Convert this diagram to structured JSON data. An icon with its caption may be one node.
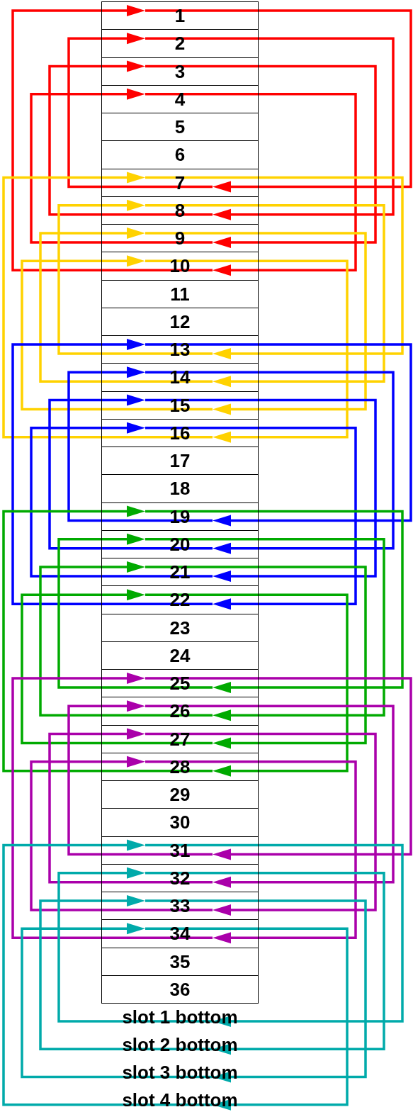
{
  "diagram": {
    "nodes": [
      {
        "text": [
          "1"
        ]
      },
      {
        "text": [
          "2"
        ]
      },
      {
        "text": [
          "3"
        ]
      },
      {
        "text": [
          "4"
        ]
      },
      {
        "text": [
          "5"
        ]
      },
      {
        "text": [
          "6"
        ]
      },
      {
        "text": [
          "7"
        ]
      },
      {
        "text": [
          "8"
        ]
      },
      {
        "text": [
          "9"
        ]
      },
      {
        "text": [
          "10"
        ]
      },
      {
        "text": [
          "11"
        ]
      },
      {
        "text": [
          "12"
        ]
      },
      {
        "text": [
          "13"
        ]
      },
      {
        "text": [
          "14"
        ]
      },
      {
        "text": [
          "15"
        ]
      },
      {
        "text": [
          "16"
        ]
      },
      {
        "text": [
          "17"
        ]
      },
      {
        "text": [
          "18"
        ]
      },
      {
        "text": [
          "19"
        ]
      },
      {
        "text": [
          "20"
        ]
      },
      {
        "text": [
          "21"
        ]
      },
      {
        "text": [
          "22"
        ]
      },
      {
        "text": [
          "23"
        ]
      },
      {
        "text": [
          "24"
        ]
      },
      {
        "text": [
          "25"
        ]
      },
      {
        "text": [
          "26"
        ]
      },
      {
        "text": [
          "27"
        ]
      },
      {
        "text": [
          "28"
        ]
      },
      {
        "text": [
          "29"
        ]
      },
      {
        "text": [
          "30"
        ]
      },
      {
        "text": [
          "31"
        ]
      },
      {
        "text": [
          "32"
        ]
      },
      {
        "text": [
          "33"
        ]
      },
      {
        "text": [
          "34"
        ]
      },
      {
        "text": [
          "35"
        ]
      },
      {
        "text": [
          "36"
        ]
      },
      {
        "text": [
          "slot 1 bottom"
        ]
      },
      {
        "text": [
          "slot 2 bottom"
        ]
      },
      {
        "text": [
          "slot 3 bottom"
        ]
      },
      {
        "text": [
          "slot 4 bottom"
        ]
      }
    ],
    "edges": [
      {
        "from": 0,
        "to": 6,
        "arrow": "to",
        "color": "#ff0000"
      },
      {
        "from": 6,
        "to": 1,
        "arrow": "to",
        "color": "#ff0000"
      },
      {
        "from": 1,
        "to": 7,
        "arrow": "to",
        "color": "#ff0000"
      },
      {
        "from": 7,
        "to": 2,
        "arrow": "to",
        "color": "#ff0000"
      },
      {
        "from": 2,
        "to": 8,
        "arrow": "to",
        "color": "#ff0000"
      },
      {
        "from": 8,
        "to": 3,
        "arrow": "to",
        "color": "#ff0000"
      },
      {
        "from": 3,
        "to": 9,
        "arrow": "to",
        "color": "#ff0000"
      },
      {
        "from": 9,
        "to": 0,
        "arrow": "to",
        "color": "#ff0000"
      },
      {
        "from": 6,
        "to": 12,
        "arrow": "to",
        "color": "#ffd200"
      },
      {
        "from": 12,
        "to": 7,
        "arrow": "to",
        "color": "#ffd200"
      },
      {
        "from": 7,
        "to": 13,
        "arrow": "to",
        "color": "#ffd200"
      },
      {
        "from": 13,
        "to": 8,
        "arrow": "to",
        "color": "#ffd200"
      },
      {
        "from": 8,
        "to": 14,
        "arrow": "to",
        "color": "#ffd200"
      },
      {
        "from": 14,
        "to": 9,
        "arrow": "to",
        "color": "#ffd200"
      },
      {
        "from": 9,
        "to": 15,
        "arrow": "to",
        "color": "#ffd200"
      },
      {
        "from": 15,
        "to": 6,
        "arrow": "to",
        "color": "#ffd200"
      },
      {
        "from": 12,
        "to": 18,
        "arrow": "to",
        "color": "#0000ff"
      },
      {
        "from": 18,
        "to": 13,
        "arrow": "to",
        "color": "#0000ff"
      },
      {
        "from": 13,
        "to": 19,
        "arrow": "to",
        "color": "#0000ff"
      },
      {
        "from": 19,
        "to": 14,
        "arrow": "to",
        "color": "#0000ff"
      },
      {
        "from": 14,
        "to": 20,
        "arrow": "to",
        "color": "#0000ff"
      },
      {
        "from": 20,
        "to": 15,
        "arrow": "to",
        "color": "#0000ff"
      },
      {
        "from": 15,
        "to": 21,
        "arrow": "to",
        "color": "#0000ff"
      },
      {
        "from": 21,
        "to": 12,
        "arrow": "to",
        "color": "#0000ff"
      },
      {
        "from": 18,
        "to": 24,
        "arrow": "to",
        "color": "#00aa00"
      },
      {
        "from": 24,
        "to": 19,
        "arrow": "to",
        "color": "#00aa00"
      },
      {
        "from": 19,
        "to": 25,
        "arrow": "to",
        "color": "#00aa00"
      },
      {
        "from": 25,
        "to": 20,
        "arrow": "to",
        "color": "#00aa00"
      },
      {
        "from": 20,
        "to": 26,
        "arrow": "to",
        "color": "#00aa00"
      },
      {
        "from": 26,
        "to": 21,
        "arrow": "to",
        "color": "#00aa00"
      },
      {
        "from": 21,
        "to": 27,
        "arrow": "to",
        "color": "#00aa00"
      },
      {
        "from": 27,
        "to": 18,
        "arrow": "to",
        "color": "#00aa00"
      },
      {
        "from": 24,
        "to": 30,
        "arrow": "to",
        "color": "#aa00aa"
      },
      {
        "from": 30,
        "to": 25,
        "arrow": "to",
        "color": "#aa00aa"
      },
      {
        "from": 25,
        "to": 31,
        "arrow": "to",
        "color": "#aa00aa"
      },
      {
        "from": 31,
        "to": 26,
        "arrow": "to",
        "color": "#aa00aa"
      },
      {
        "from": 26,
        "to": 32,
        "arrow": "to",
        "color": "#aa00aa"
      },
      {
        "from": 32,
        "to": 27,
        "arrow": "to",
        "color": "#aa00aa"
      },
      {
        "from": 27,
        "to": 33,
        "arrow": "to",
        "color": "#aa00aa"
      },
      {
        "from": 33,
        "to": 24,
        "arrow": "to",
        "color": "#aa00aa"
      },
      {
        "from": 30,
        "to": 36,
        "arrow": "to",
        "color": "#00aaaa"
      },
      {
        "from": 36,
        "to": 31,
        "arrow": "to",
        "color": "#00aaaa"
      },
      {
        "from": 31,
        "to": 37,
        "arrow": "to",
        "color": "#00aaaa"
      },
      {
        "from": 37,
        "to": 32,
        "arrow": "to",
        "color": "#00aaaa"
      },
      {
        "from": 32,
        "to": 38,
        "arrow": "to",
        "color": "#00aaaa"
      },
      {
        "from": 38,
        "to": 33,
        "arrow": "to",
        "color": "#00aaaa"
      },
      {
        "from": 33,
        "to": 39,
        "arrow": "to",
        "color": "#00aaaa"
      },
      {
        "from": 39,
        "to": 30,
        "arrow": "to",
        "color": "#00aaaa"
      }
    ]
  }
}
